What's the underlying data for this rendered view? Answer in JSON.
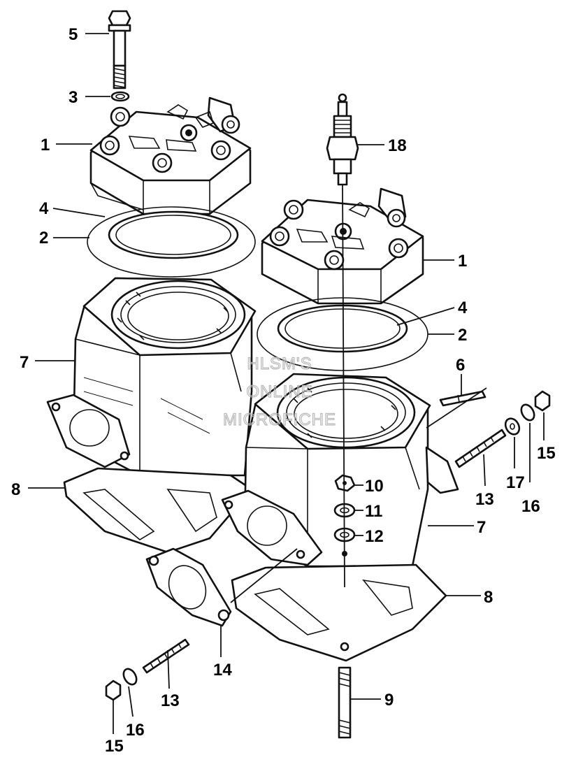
{
  "watermark": {
    "line1": "HLSM'S",
    "line2": "ONLINE",
    "line3": "MICROFICHE"
  },
  "callouts": {
    "c1a": "1",
    "c1b": "1",
    "c2a": "2",
    "c2b": "2",
    "c3": "3",
    "c4a": "4",
    "c4b": "4",
    "c5": "5",
    "c6": "6",
    "c7a": "7",
    "c7b": "7",
    "c8a": "8",
    "c8b": "8",
    "c9": "9",
    "c10": "10",
    "c11": "11",
    "c12": "12",
    "c13a": "13",
    "c13b": "13",
    "c14": "14",
    "c15a": "15",
    "c15b": "15",
    "c16a": "16",
    "c16b": "16",
    "c17": "17",
    "c18": "18"
  }
}
